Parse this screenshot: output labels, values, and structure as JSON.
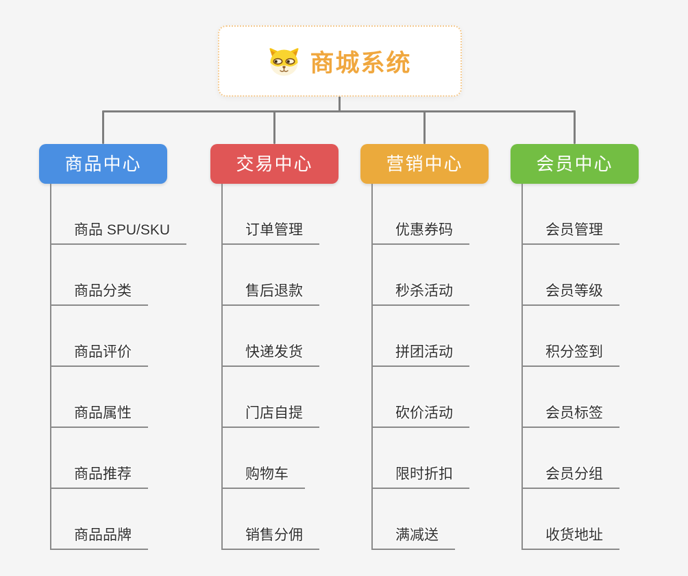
{
  "root": {
    "title": "商城系统",
    "icon": "dog-face-icon"
  },
  "branches": [
    {
      "label": "商品中心",
      "color": "#4A8FE2",
      "children": [
        "商品 SPU/SKU",
        "商品分类",
        "商品评价",
        "商品属性",
        "商品推荐",
        "商品品牌"
      ]
    },
    {
      "label": "交易中心",
      "color": "#E05656",
      "children": [
        "订单管理",
        "售后退款",
        "快递发货",
        "门店自提",
        "购物车",
        "销售分佣"
      ]
    },
    {
      "label": "营销中心",
      "color": "#EBAA3C",
      "children": [
        "优惠券码",
        "秒杀活动",
        "拼团活动",
        "砍价活动",
        "限时折扣",
        "满减送"
      ]
    },
    {
      "label": "会员中心",
      "color": "#73BE43",
      "children": [
        "会员管理",
        "会员等级",
        "积分签到",
        "会员标签",
        "会员分组",
        "收货地址"
      ]
    }
  ],
  "colors": {
    "background": "#F5F5F5",
    "connector": "#7E7E7E",
    "underline": "#8A8A8A",
    "text": "#303030",
    "root_text": "#F0A73E",
    "root_border": "#F4C98E"
  }
}
